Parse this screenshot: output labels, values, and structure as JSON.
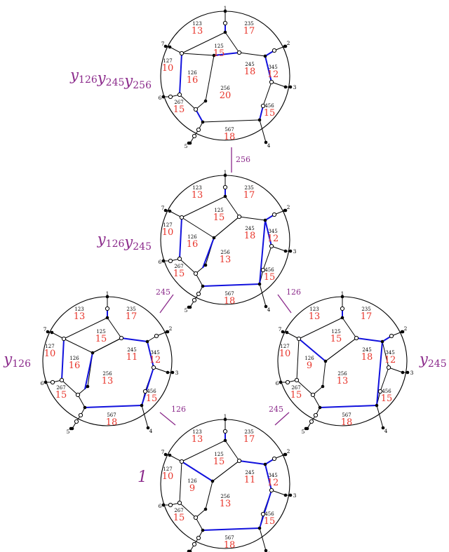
{
  "boundary_labels": [
    "1",
    "2",
    "3",
    "4",
    "5",
    "6",
    "7"
  ],
  "region_labels": {
    "r123": "123",
    "r235": "235",
    "r125": "125",
    "r127": "127",
    "r126": "126",
    "r245": "245",
    "r345": "345",
    "r256": "256",
    "r456": "456",
    "r267": "267",
    "r567": "567"
  },
  "diagrams": [
    {
      "id": "top",
      "monomial": {
        "base": "y",
        "subs": [
          "126",
          "245",
          "256"
        ]
      },
      "values": {
        "r123": "13",
        "r235": "17",
        "r125": "15",
        "r127": "10",
        "r126": "16",
        "r245": "18",
        "r345": "12",
        "r256": "20",
        "r456": "15",
        "r267": "15",
        "r567": "18"
      }
    },
    {
      "id": "upper-middle",
      "monomial": {
        "base": "y",
        "subs": [
          "126",
          "245"
        ]
      },
      "values": {
        "r123": "13",
        "r235": "17",
        "r125": "15",
        "r127": "10",
        "r126": "16",
        "r245": "18",
        "r345": "12",
        "r256": "13",
        "r456": "15",
        "r267": "15",
        "r567": "18"
      }
    },
    {
      "id": "left",
      "monomial": {
        "base": "y",
        "subs": [
          "126"
        ]
      },
      "values": {
        "r123": "13",
        "r235": "17",
        "r125": "15",
        "r127": "10",
        "r126": "16",
        "r245": "11",
        "r345": "12",
        "r256": "13",
        "r456": "15",
        "r267": "15",
        "r567": "18"
      }
    },
    {
      "id": "right",
      "monomial": {
        "base": "y",
        "subs": [
          "245"
        ]
      },
      "values": {
        "r123": "13",
        "r235": "17",
        "r125": "15",
        "r127": "10",
        "r126": "9",
        "r245": "18",
        "r345": "12",
        "r256": "13",
        "r456": "15",
        "r267": "15",
        "r567": "18"
      }
    },
    {
      "id": "bottom",
      "monomial": {
        "text": "1"
      },
      "values": {
        "r123": "13",
        "r235": "17",
        "r125": "15",
        "r127": "10",
        "r126": "9",
        "r245": "11",
        "r345": "12",
        "r256": "13",
        "r456": "15",
        "r267": "15",
        "r567": "18"
      }
    }
  ],
  "transitions": [
    {
      "id": "top-to-upper",
      "label": "256"
    },
    {
      "id": "upper-to-left",
      "label": "245"
    },
    {
      "id": "upper-to-right",
      "label": "126"
    },
    {
      "id": "left-to-bottom",
      "label": "126"
    },
    {
      "id": "right-to-bottom",
      "label": "245"
    }
  ],
  "colors": {
    "highlight_edge": "#1111dd",
    "region_value": "#e8352b",
    "monomial": "#8b2a8b",
    "edge": "#000000"
  }
}
